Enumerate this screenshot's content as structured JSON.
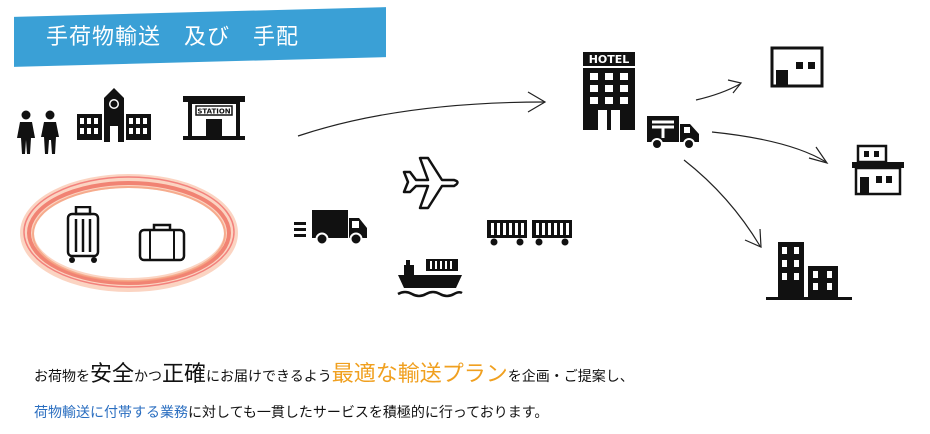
{
  "banner": {
    "title": "手荷物輸送　及び　手配",
    "color": "#3aa0d6"
  },
  "icons": {
    "station_sign": "STATION",
    "hotel_sign": "HOTEL"
  },
  "description": {
    "line1": [
      {
        "text": "お荷物を",
        "style": "normal"
      },
      {
        "text": "安全",
        "style": "big"
      },
      {
        "text": "かつ",
        "style": "normal"
      },
      {
        "text": "正確",
        "style": "big"
      },
      {
        "text": "にお届けできるよう",
        "style": "normal"
      },
      {
        "text": "最適な輸送プラン",
        "style": "orange"
      },
      {
        "text": "を企画・ご提案し、",
        "style": "normal"
      }
    ],
    "line2": [
      {
        "text": "荷物輸送に付帯する業務",
        "style": "blue"
      },
      {
        "text": "に対しても一貫したサービスを積極的に行っております。",
        "style": "normal"
      }
    ]
  },
  "colors": {
    "accent_orange": "#f0a020",
    "accent_blue": "#2a6ec0",
    "ring": "#f07a6a"
  }
}
